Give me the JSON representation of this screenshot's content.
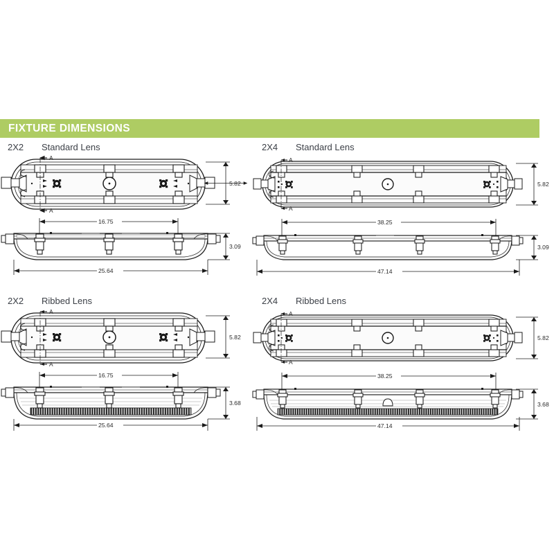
{
  "banner": {
    "title": "FIXTURE DIMENSIONS",
    "color": "#aecc63",
    "text_color": "#ffffff"
  },
  "panels": [
    {
      "id": "2x2-standard",
      "size_label": "2X2",
      "lens_label": "Standard Lens",
      "section_marks": [
        "A",
        "A"
      ],
      "top_view": {
        "height_dim": "5.82"
      },
      "side_view": {
        "mount_span_dim": "16.75",
        "overall_length_dim": "25.64",
        "height_dim": "3.09"
      },
      "lens_type": "smooth"
    },
    {
      "id": "2x4-standard",
      "size_label": "2X4",
      "lens_label": "Standard Lens",
      "section_marks": [
        "A",
        "A"
      ],
      "top_view": {
        "height_dim": "5.82"
      },
      "side_view": {
        "mount_span_dim": "38.25",
        "overall_length_dim": "47.14",
        "height_dim": "3.09"
      },
      "lens_type": "smooth"
    },
    {
      "id": "2x2-ribbed",
      "size_label": "2X2",
      "lens_label": "Ribbed Lens",
      "section_marks": [
        "A",
        "A"
      ],
      "top_view": {
        "height_dim": "5.82"
      },
      "side_view": {
        "mount_span_dim": "16.75",
        "overall_length_dim": "25.64",
        "height_dim": "3.68"
      },
      "lens_type": "ribbed"
    },
    {
      "id": "2x4-ribbed",
      "size_label": "2X4",
      "lens_label": "Ribbed Lens",
      "section_marks": [
        "A",
        "A"
      ],
      "top_view": {
        "height_dim": "5.82"
      },
      "side_view": {
        "mount_span_dim": "38.25",
        "overall_length_dim": "47.14",
        "height_dim": "3.68"
      },
      "lens_type": "ribbed"
    }
  ],
  "units_note": "",
  "colors": {
    "line": "#1b1b1b",
    "fill_light": "#f2f2f2",
    "fill_mid": "#d8d8d8",
    "fill_dark": "#2a2a2a",
    "text": "#3b3f46"
  }
}
